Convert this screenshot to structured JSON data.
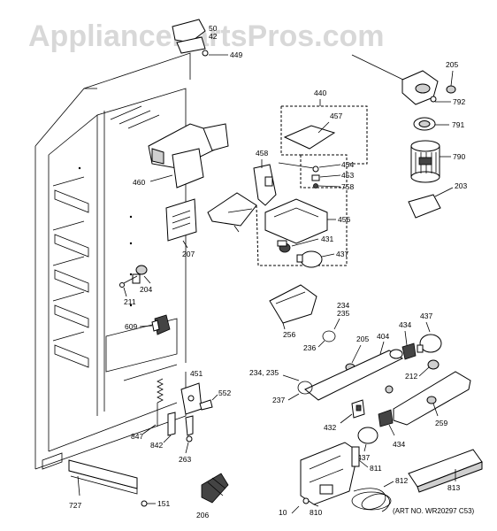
{
  "watermark": "AppliancePartsPros.com",
  "art_no": "(ART NO. WR20297 C53)",
  "labels": {
    "p50": "50",
    "p42": "42",
    "p449": "449",
    "p205a": "205",
    "p792": "792",
    "p791": "791",
    "p790": "790",
    "p203": "203",
    "p440": "440",
    "p457": "457",
    "p454": "454",
    "p453": "453",
    "p758": "758",
    "p458": "458",
    "p456": "456",
    "p431": "431",
    "p437a": "437",
    "p460": "460",
    "p207": "207",
    "p204": "204",
    "p211": "211",
    "p609": "609",
    "p256": "256",
    "p234a": "234",
    "p235a": "235",
    "p236": "236",
    "p205b": "205",
    "p404": "404",
    "p434a": "434",
    "p437b": "437",
    "p212": "212",
    "p234b": "234, 235",
    "p237": "237",
    "p432": "432",
    "p259": "259",
    "p434b": "434",
    "p437c": "437",
    "p811": "811",
    "p812": "812",
    "p813": "813",
    "p451": "451",
    "p552": "552",
    "p847": "847",
    "p842": "842",
    "p263": "263",
    "p727": "727",
    "p151": "151",
    "p206": "206",
    "p10": "10",
    "p810": "810"
  }
}
